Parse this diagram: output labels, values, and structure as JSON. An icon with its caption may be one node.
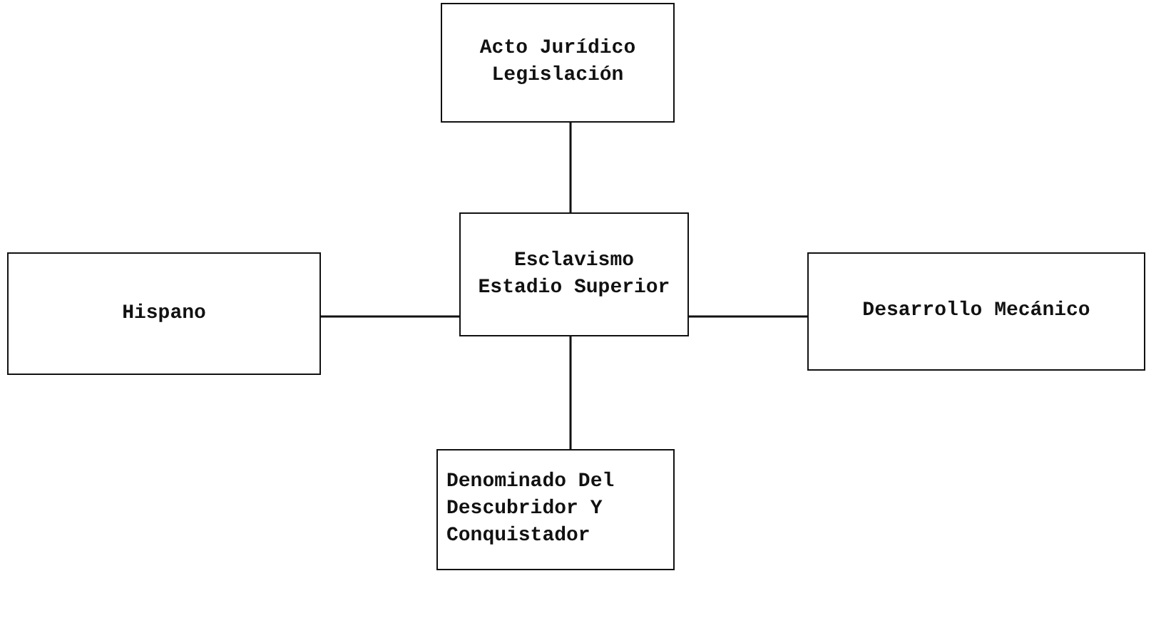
{
  "diagram": {
    "nodes": [
      {
        "text": [
          "Acto Jurídico Legislación"
        ]
      },
      {
        "text": [
          "Hispano"
        ]
      },
      {
        "text": [
          "Esclavismo Estadio Superior"
        ]
      },
      {
        "text": [
          "Desarrollo Mecánico"
        ]
      },
      {
        "text": [
          "Denominado Del Descubridor Y Conquistador"
        ]
      }
    ],
    "edges": [
      {
        "from": 0,
        "to": 2,
        "arrow": "none"
      },
      {
        "from": 2,
        "to": 1,
        "arrow": "none"
      },
      {
        "from": 2,
        "to": 3,
        "arrow": "none"
      },
      {
        "from": 2,
        "to": 4,
        "arrow": "none"
      }
    ]
  }
}
